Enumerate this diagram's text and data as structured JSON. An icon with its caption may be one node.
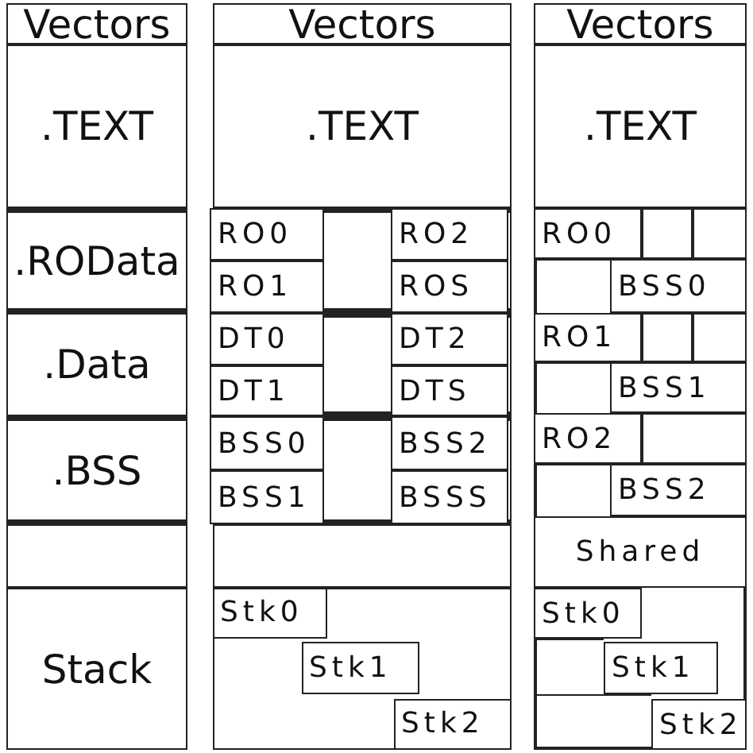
{
  "diagram": {
    "nodes": [
      {
        "text": [],
        "shape": "box"
      },
      {
        "text": [
          "Vectors"
        ],
        "in": 0
      },
      {
        "text": [
          ".TEXT"
        ],
        "in": 0
      },
      {
        "text": [
          ".ROData"
        ],
        "in": 0
      },
      {
        "text": [
          ".Data"
        ],
        "in": 0
      },
      {
        "text": [
          ".BSS"
        ],
        "in": 0
      },
      {
        "text": [],
        "shape": "box",
        "in": 0
      },
      {
        "text": [
          "Stack"
        ],
        "in": 0
      },
      {
        "text": [],
        "shape": "box"
      },
      {
        "text": [
          "Vectors"
        ],
        "in": 8
      },
      {
        "text": [
          ".TEXT"
        ],
        "in": 8
      },
      {
        "text": [],
        "shape": "box",
        "in": 8
      },
      {
        "text": [
          "RO0"
        ],
        "in": 11
      },
      {
        "text": [
          "RO1"
        ],
        "in": 11
      },
      {
        "text": [
          "RO2"
        ],
        "in": 11
      },
      {
        "text": [
          "ROS"
        ],
        "in": 11
      },
      {
        "text": [],
        "shape": "box",
        "in": 8
      },
      {
        "text": [
          "DT0"
        ],
        "in": 16
      },
      {
        "text": [
          "DT1"
        ],
        "in": 16
      },
      {
        "text": [
          "DT2"
        ],
        "in": 16
      },
      {
        "text": [
          "DTS"
        ],
        "in": 16
      },
      {
        "text": [],
        "shape": "box",
        "in": 8
      },
      {
        "text": [
          "BSS0"
        ],
        "in": 21
      },
      {
        "text": [
          "BSS1"
        ],
        "in": 21
      },
      {
        "text": [
          "BSS2"
        ],
        "in": 21
      },
      {
        "text": [
          "BSSS"
        ],
        "in": 21
      },
      {
        "text": [],
        "shape": "box",
        "in": 8
      },
      {
        "text": [],
        "shape": "box",
        "in": 8
      },
      {
        "text": [
          "Stk0"
        ],
        "in": 27
      },
      {
        "text": [
          "Stk1"
        ],
        "in": 27
      },
      {
        "text": [
          "Stk2"
        ],
        "in": 27
      },
      {
        "text": [],
        "shape": "box"
      },
      {
        "text": [
          "Vectors"
        ],
        "in": 31
      },
      {
        "text": [
          ".TEXT"
        ],
        "in": 31
      },
      {
        "text": [
          "RO0"
        ],
        "in": 31
      },
      {
        "text": [],
        "shape": "box",
        "in": 31
      },
      {
        "text": [],
        "shape": "box",
        "in": 31
      },
      {
        "text": [
          "BSS0"
        ],
        "in": 31
      },
      {
        "text": [
          "RO1"
        ],
        "in": 31
      },
      {
        "text": [],
        "shape": "box",
        "in": 31
      },
      {
        "text": [],
        "shape": "box",
        "in": 31
      },
      {
        "text": [
          "BSS1"
        ],
        "in": 31
      },
      {
        "text": [
          "RO2"
        ],
        "in": 31
      },
      {
        "text": [],
        "shape": "box",
        "in": 31
      },
      {
        "text": [
          "BSS2"
        ],
        "in": 31
      },
      {
        "text": [
          "Shared"
        ],
        "in": 31
      },
      {
        "text": [
          "Stk0"
        ],
        "in": 31
      },
      {
        "text": [
          "Stk1"
        ],
        "in": 31
      },
      {
        "text": [
          "Stk2"
        ],
        "in": 31
      }
    ]
  }
}
